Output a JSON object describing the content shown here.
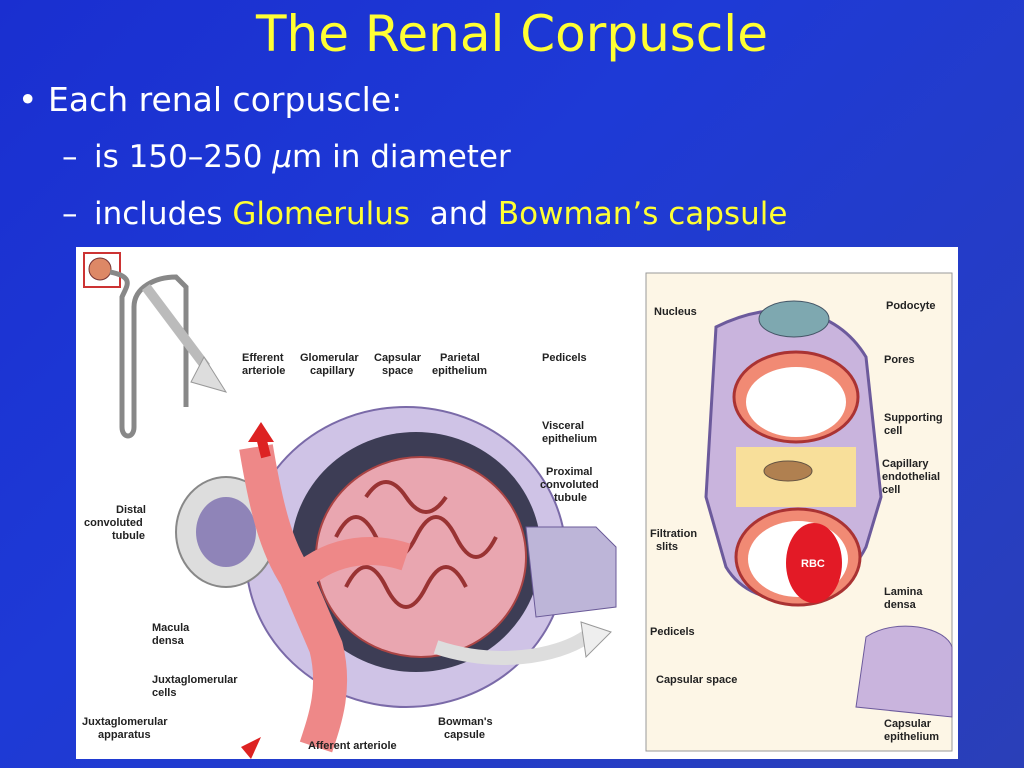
{
  "slide": {
    "title": "The Renal Corpuscle",
    "bullet": "Each renal corpuscle:",
    "sub1_pre": "is 150–250 ",
    "sub1_mu": "μ",
    "sub1_post": "m in diameter",
    "sub2_pre": "includes ",
    "sub2_hl1": "Glomerulus",
    "sub2_mid": "  and ",
    "sub2_hl2": "Bowman’s capsule"
  },
  "colors": {
    "background": "#1e3ad6",
    "title": "#ffff33",
    "text": "#ffffff",
    "highlight": "#ffff33"
  },
  "figure_left": {
    "labels": {
      "efferent": [
        "Efferent",
        "arteriole"
      ],
      "glomerular": [
        "Glomerular",
        "capillary"
      ],
      "capsular": [
        "Capsular",
        "space"
      ],
      "parietal": [
        "Parietal",
        "epithelium"
      ],
      "pedicels": "Pedicels",
      "visceral": [
        "Visceral",
        "epithelium"
      ],
      "proximal": [
        "Proximal",
        "convoluted",
        "tubule"
      ],
      "distal": [
        "Distal",
        "convoluted",
        "tubule"
      ],
      "macula": [
        "Macula",
        "densa"
      ],
      "juxta_cells": [
        "Juxtaglomerular",
        "cells"
      ],
      "juxta_app": [
        "Juxtaglomerular",
        "apparatus"
      ],
      "afferent": "Afferent arteriole",
      "bowman": [
        "Bowman's",
        "capsule"
      ]
    }
  },
  "figure_right": {
    "labels": {
      "nucleus": "Nucleus",
      "podocyte": "Podocyte",
      "pores": "Pores",
      "supporting": [
        "Supporting",
        "cell"
      ],
      "capillary": [
        "Capillary",
        "endothelial",
        "cell"
      ],
      "filtration": [
        "Filtration",
        "slits"
      ],
      "rbc": "RBC",
      "lamina": [
        "Lamina",
        "densa"
      ],
      "pedicels": "Pedicels",
      "capsular_space": "Capsular space",
      "capsular_epi": [
        "Capsular",
        "epithelium"
      ]
    }
  }
}
